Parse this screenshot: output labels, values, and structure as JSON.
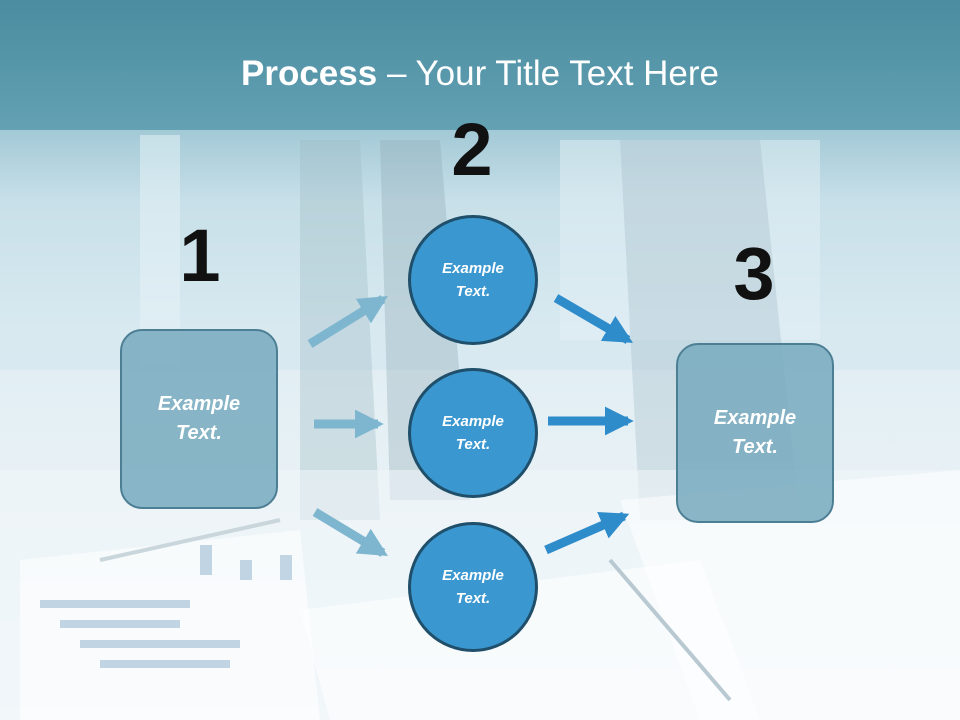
{
  "title": {
    "bold": "Process",
    "rest": " – Your Title Text Here"
  },
  "steps": {
    "one": "1",
    "two": "2",
    "three": "3"
  },
  "boxes": {
    "left": {
      "line1": "Example",
      "line2": "Text."
    },
    "right": {
      "line1": "Example",
      "line2": "Text."
    }
  },
  "circles": {
    "top": {
      "line1": "Example",
      "line2": "Text."
    },
    "middle": {
      "line1": "Example",
      "line2": "Text."
    },
    "bottom": {
      "line1": "Example",
      "line2": "Text."
    }
  },
  "colors": {
    "circle_fill": "#3a97cf",
    "circle_border": "#1f4f6a",
    "box_fill": "#7aacbf",
    "box_border": "#4d7f94",
    "arrow_light": "#7fb6cf",
    "arrow_dark": "#2f8ccb"
  }
}
